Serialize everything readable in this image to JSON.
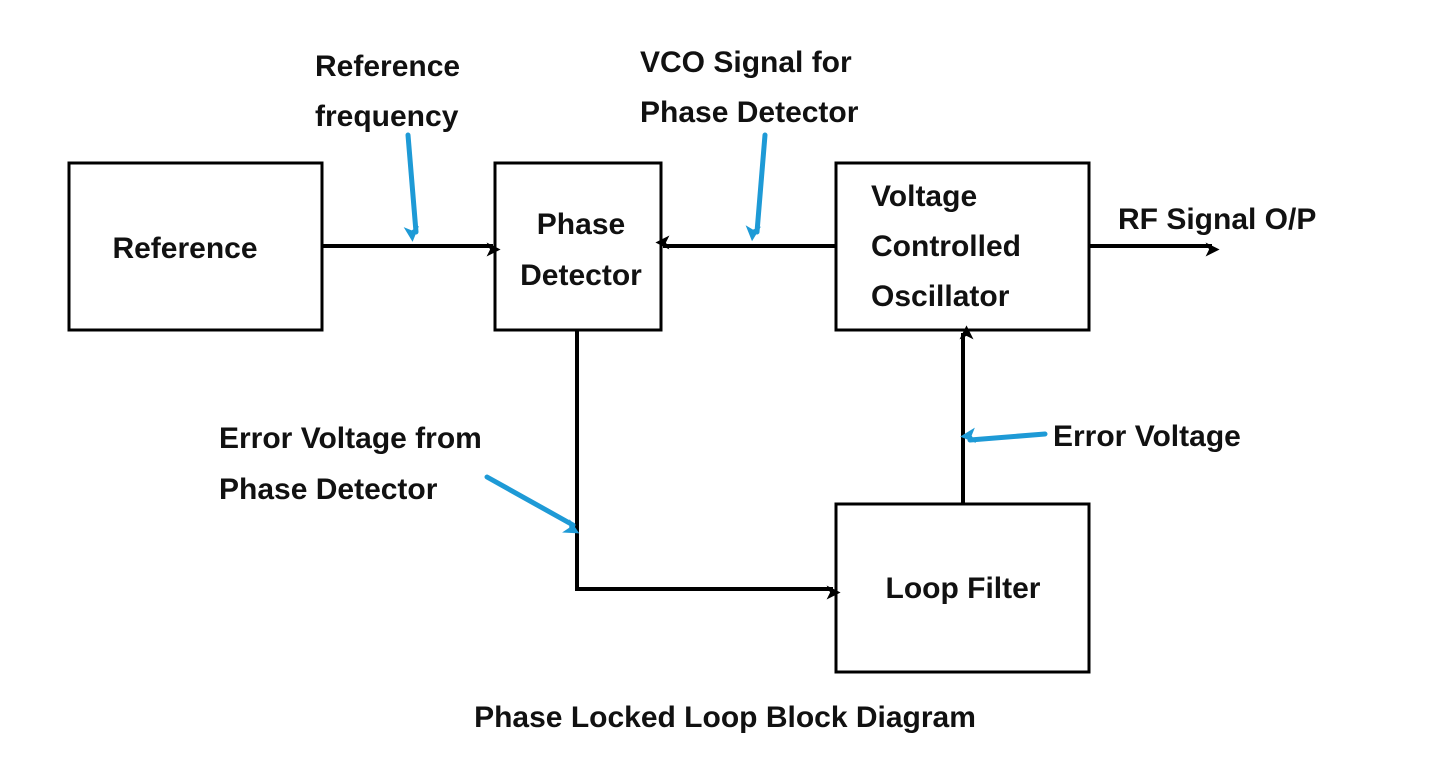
{
  "title": "Phase Locked Loop Block Diagram",
  "blocks": {
    "reference": {
      "lines": [
        "Reference"
      ]
    },
    "phase_detector": {
      "lines": [
        "Phase",
        "Detector"
      ]
    },
    "vco": {
      "lines": [
        "Voltage",
        "Controlled",
        "Oscillator"
      ]
    },
    "loop_filter": {
      "lines": [
        "Loop Filter"
      ]
    }
  },
  "annotations": {
    "reference_frequency": [
      "Reference",
      "frequency"
    ],
    "vco_signal": [
      "VCO Signal for",
      "Phase Detector"
    ],
    "rf_output": [
      "RF Signal O/P"
    ],
    "error_voltage_pd": [
      "Error Voltage from",
      "Phase Detector"
    ],
    "error_voltage": [
      "Error Voltage"
    ]
  },
  "colors": {
    "callout": "#1e9ad6",
    "line": "#000000"
  }
}
